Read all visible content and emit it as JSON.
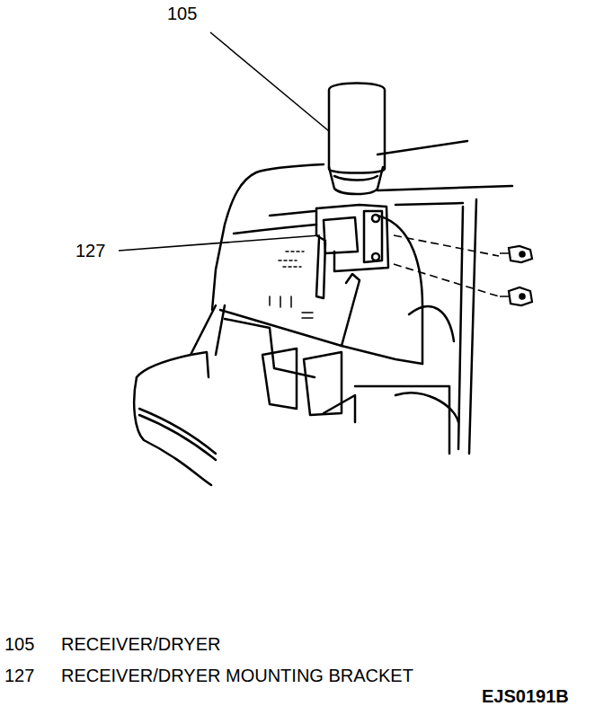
{
  "diagram": {
    "labels": [
      "105",
      "127",
      "105",
      "RECEIVER/DRYER",
      "127",
      "RECEIVER/DRYER MOUNTING BRACKET",
      "EJS0191B"
    ]
  }
}
